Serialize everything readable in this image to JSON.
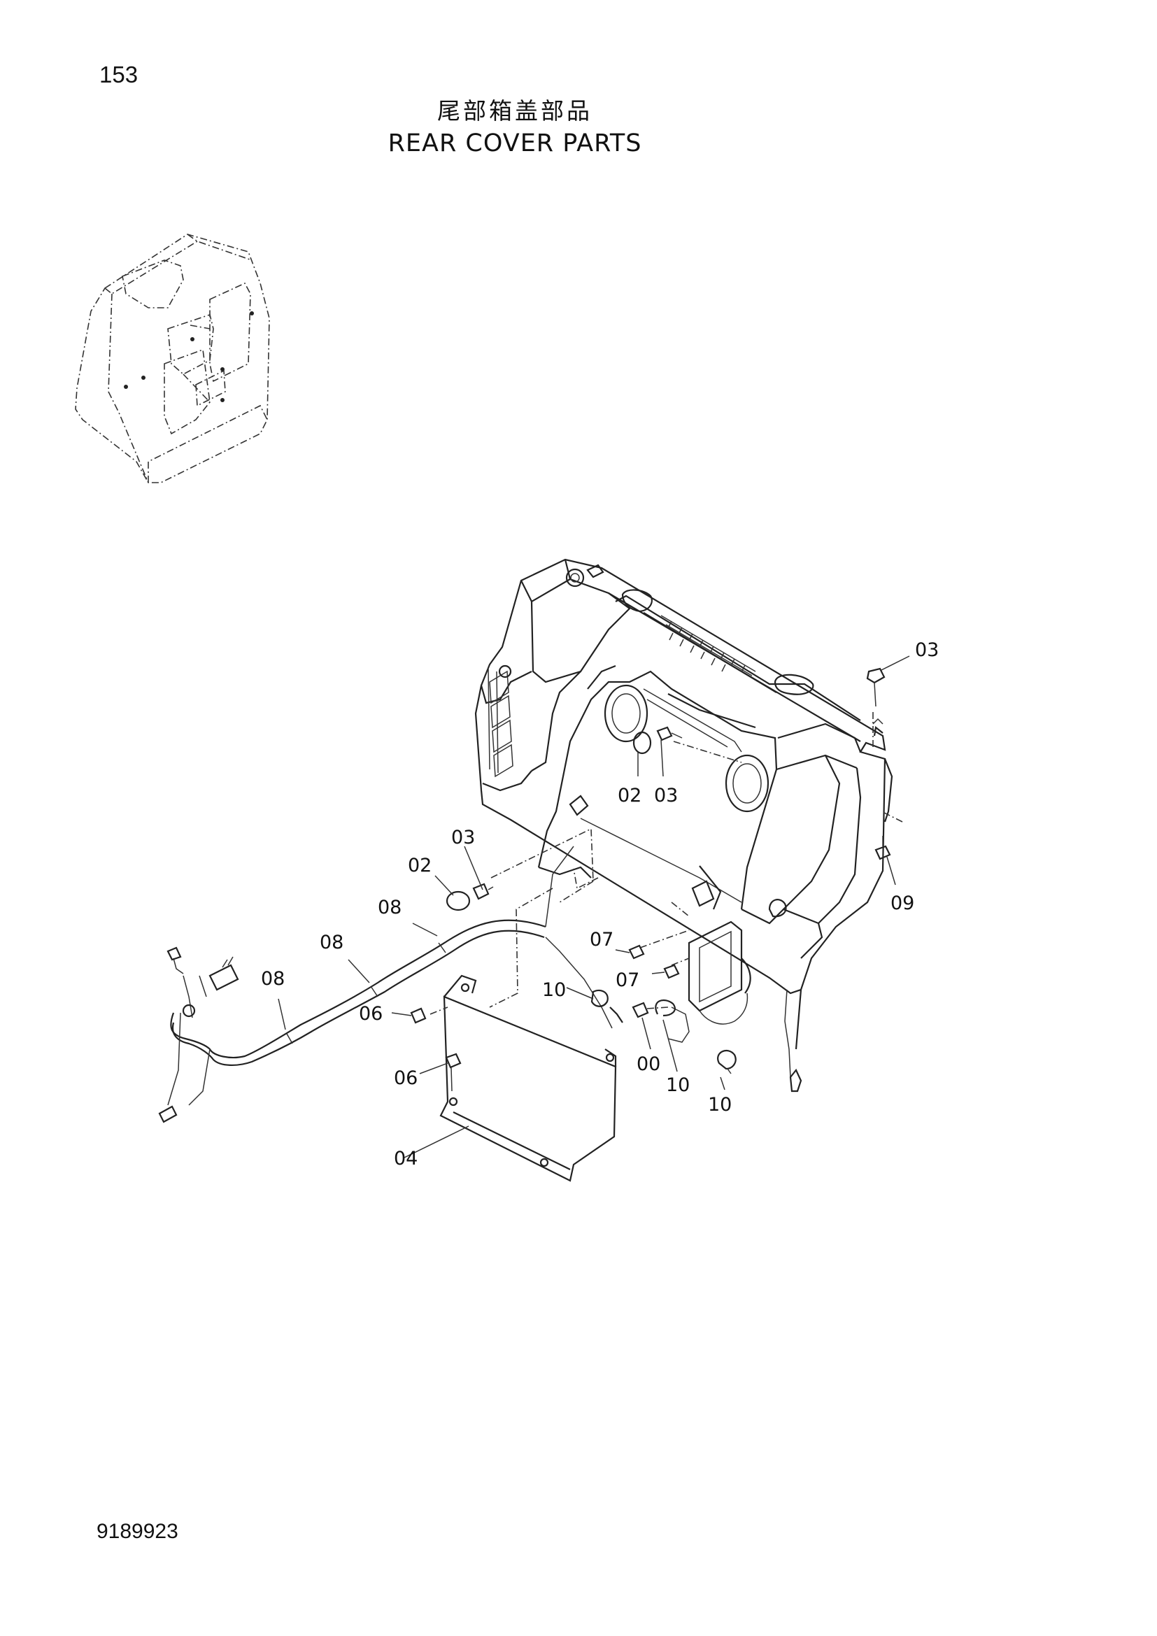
{
  "page": {
    "number": "153",
    "title_cn": "尾部箱盖部品",
    "title_en": "REAR COVER PARTS",
    "doc_number": "9189923"
  },
  "callouts": {
    "c03_top": "03",
    "c02_mid": "02",
    "c03_mid": "03",
    "c03_left": "03",
    "c02_left": "02",
    "c09": "09",
    "c08_a": "08",
    "c08_b": "08",
    "c08_c": "08",
    "c07_a": "07",
    "c07_b": "07",
    "c10_a": "10",
    "c06_a": "06",
    "c06_b": "06",
    "c00": "00",
    "c10_b": "10",
    "c10_c": "10",
    "c04": "04"
  }
}
